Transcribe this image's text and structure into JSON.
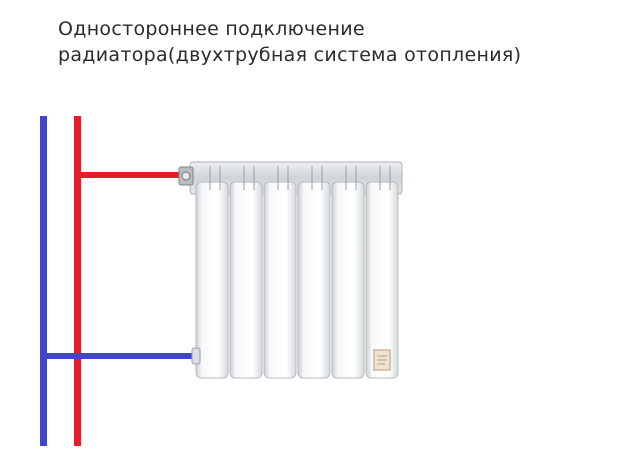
{
  "title": {
    "line1": "Одностороннее подключение",
    "line2": "радиатора(двухтрубная система  отопления)"
  },
  "colors": {
    "supply_pipe": "#e01f2b",
    "return_pipe": "#4146c8",
    "radiator_body": "#f3f4f5",
    "radiator_shadow": "#c9cdd1",
    "header_metal": "#d9dee2",
    "text": "#2b2b2b"
  },
  "diagram": {
    "radiator_sections": 6,
    "supply_connection": "top-left",
    "return_connection": "bottom-left",
    "icons": [
      "air-valve-icon",
      "manufacturer-label-icon"
    ]
  }
}
